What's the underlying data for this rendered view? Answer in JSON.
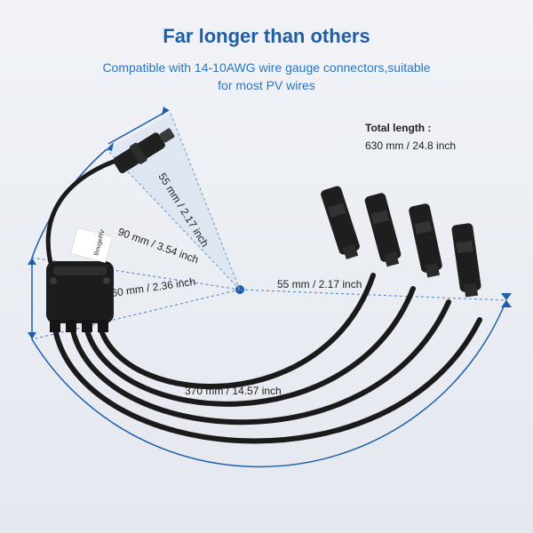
{
  "title": "Far longer than others",
  "subtitle_line1": "Compatible with 14-10AWG wire gauge connectors,suitable",
  "subtitle_line2": "for most PV wires",
  "total_length": {
    "label": "Total length :",
    "value": "630 mm / 24.8 inch"
  },
  "dimensions": {
    "connector_top": "55 mm / 2.17 inch",
    "branch_top": "90 mm / 3.54 inch",
    "hub": "60 mm / 2.36 inch",
    "connector_right": "55 mm / 2.17 inch",
    "cables": "370 mm / 14.57 inch"
  },
  "brand": "BougeRV",
  "colors": {
    "title": "#1f5fa8",
    "subtitle": "#2a76bf",
    "dimension_lines": "#1f5fa8",
    "background": "#e9edf3"
  }
}
